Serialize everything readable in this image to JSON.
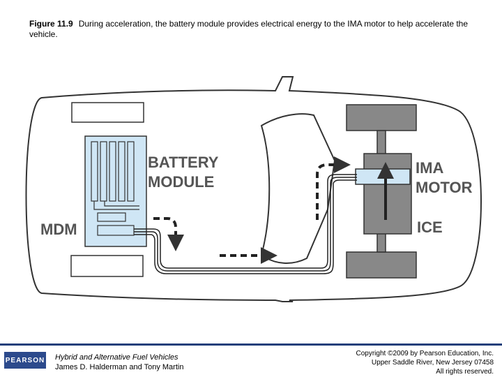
{
  "caption": {
    "figure_label": "Figure 11.9",
    "text": "During acceleration, the battery module provides electrical energy to the IMA motor to help accelerate the vehicle."
  },
  "labels": {
    "battery_line1": "BATTERY",
    "battery_line2": "MODULE",
    "mdm": "MDM",
    "ima_line1": "IMA",
    "ima_line2": "MOTOR",
    "ice": "ICE"
  },
  "footer": {
    "logo": "PEARSON",
    "book_title": "Hybrid and Alternative Fuel Vehicles",
    "authors": "James D. Halderman and Tony Martin",
    "copyright_line1": "Copyright ©2009 by Pearson Education, Inc.",
    "copyright_line2": "Upper Saddle River, New Jersey 07458",
    "copyright_line3": "All rights reserved."
  },
  "colors": {
    "battery_fill": "#cfe6f5",
    "engine_fill": "#888888",
    "ima_fill": "#cfe6f5",
    "footer_rule": "#1f3f7a"
  }
}
